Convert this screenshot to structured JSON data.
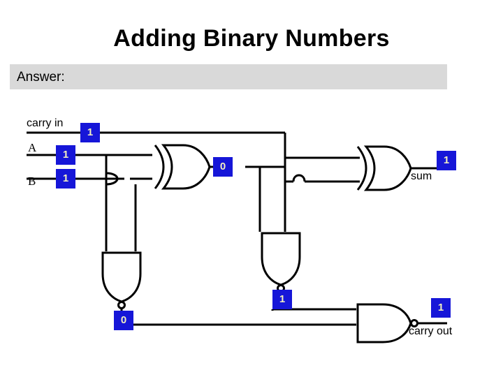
{
  "slide": {
    "title": "Adding Binary Numbers",
    "answer_label": "Answer:",
    "banner_color": "#d9d9d9",
    "value_box_color": "#1616d8",
    "value_text_color": "#f2efc0"
  },
  "circuit": {
    "type": "full-adder",
    "input_labels": {
      "carry_in": "carry in",
      "a": "A",
      "b": "B"
    },
    "output_labels": {
      "sum": "sum",
      "carry_out": "carry out"
    },
    "values": {
      "carry_in": "1",
      "a": "1",
      "b": "1",
      "xor1_out": "0",
      "sum": "1",
      "and_left_out": "0",
      "and_right_out": "1",
      "carry_out": "1"
    },
    "gates": [
      {
        "name": "xor-gate-1",
        "type": "XOR"
      },
      {
        "name": "xor-gate-2",
        "type": "XOR"
      },
      {
        "name": "and-gate-left",
        "type": "AND"
      },
      {
        "name": "and-gate-right",
        "type": "AND"
      },
      {
        "name": "or-gate-carry",
        "type": "OR"
      }
    ]
  }
}
